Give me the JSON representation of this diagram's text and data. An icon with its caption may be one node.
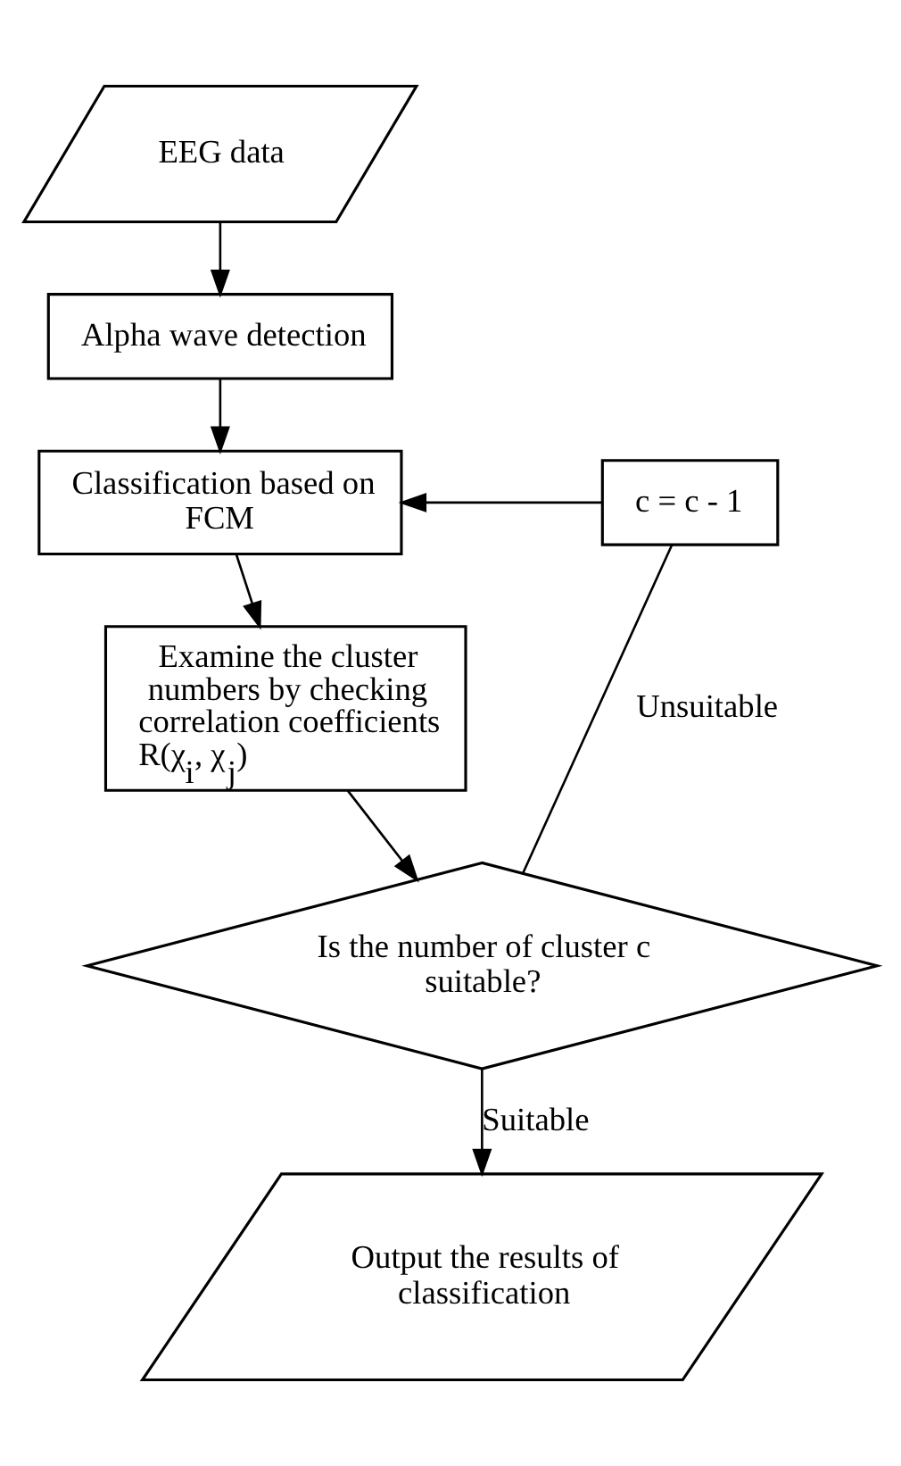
{
  "diagram": {
    "nodes": [
      {
        "text": [
          "EEG data"
        ]
      },
      {
        "text": [
          "Alpha wave detection"
        ]
      },
      {
        "text": [
          "Classification based on FCM"
        ]
      },
      {
        "text": [
          "Examine the cluster numbers by checking correlation coefficients",
          "R(χ$_{i}$, χ$_{j}$)"
        ]
      },
      {
        "text": [
          "Is the number of cluster c suitable?"
        ]
      },
      {
        "text": [
          "c = c - 1"
        ]
      },
      {
        "text": [
          "Output the results of classification"
        ]
      }
    ],
    "edges": [
      {
        "from": 0,
        "to": 1,
        "arrow": "to"
      },
      {
        "from": 1,
        "to": 2,
        "arrow": "to"
      },
      {
        "from": 2,
        "to": 3,
        "arrow": "to"
      },
      {
        "from": 3,
        "to": 4,
        "arrow": "to"
      },
      {
        "from": 4,
        "to": 5,
        "arrow": "none",
        "label": "Unsuitable"
      },
      {
        "from": 5,
        "to": 2,
        "arrow": "to"
      },
      {
        "from": 4,
        "to": 6,
        "arrow": "to",
        "label": "Suitable"
      }
    ]
  }
}
